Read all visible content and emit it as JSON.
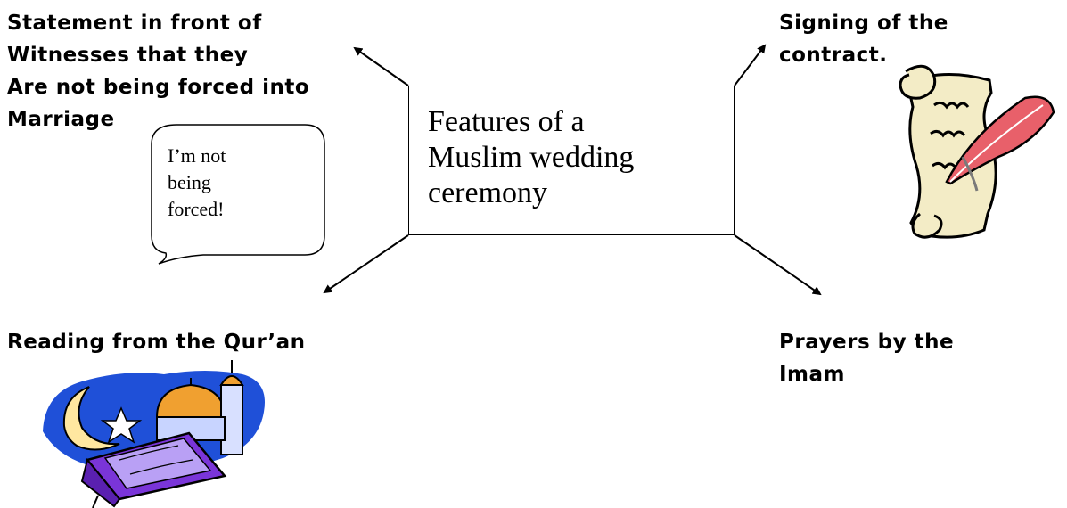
{
  "center": {
    "lines": [
      "Features of a",
      "Muslim wedding",
      "ceremony"
    ]
  },
  "features": {
    "witness_statement": [
      "Statement in front of",
      "Witnesses that they",
      "Are not being forced into",
      "Marriage"
    ],
    "contract_signing": [
      "Signing of the",
      "contract."
    ],
    "quran_reading": [
      "Reading from the Qur’an"
    ],
    "imam_prayers": [
      "Prayers by the",
      "Imam"
    ]
  },
  "speech_bubble": {
    "lines": [
      "I’m not",
      "being",
      "forced!"
    ]
  },
  "colors": {
    "scroll_paper": "#f3ecc6",
    "quill_feather": "#e8606a",
    "night_sky": "#1f50d8",
    "dome": "#f0a030",
    "book": "#7a35d8"
  },
  "icons": [
    "scroll-quill-icon",
    "quran-mosque-icon"
  ]
}
